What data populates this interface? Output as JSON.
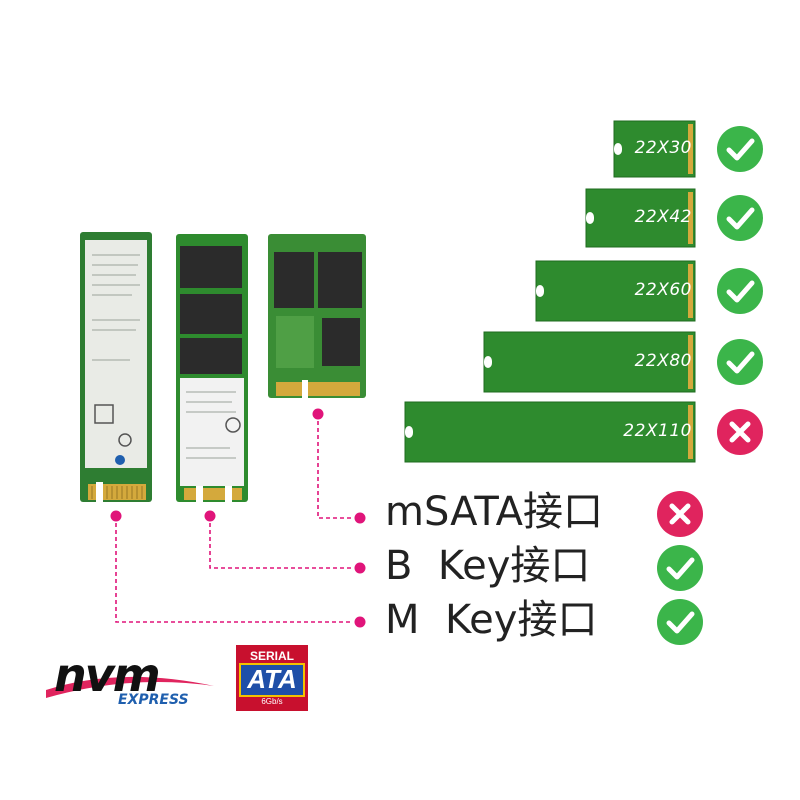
{
  "sizes": [
    {
      "label": "22X30",
      "supported": true
    },
    {
      "label": "22X42",
      "supported": true
    },
    {
      "label": "22X60",
      "supported": true
    },
    {
      "label": "22X80",
      "supported": true
    },
    {
      "label": "22X110",
      "supported": false
    }
  ],
  "interfaces": [
    {
      "label": "mSATA接口",
      "supported": false
    },
    {
      "label": "B  Key接口",
      "supported": true
    },
    {
      "label": "M  Key接口",
      "supported": true
    }
  ],
  "logos": {
    "nvme_word": "nvm",
    "nvme_sub": "EXPRESS",
    "sata_top": "SERIAL",
    "sata_mid": "ATA",
    "sata_bot": "6Gb/s"
  },
  "colors": {
    "pcb_green": "#2e8b2e",
    "check_green": "#3bb54a",
    "cross_red": "#e0245e",
    "pointer_pink": "#e0147a"
  }
}
